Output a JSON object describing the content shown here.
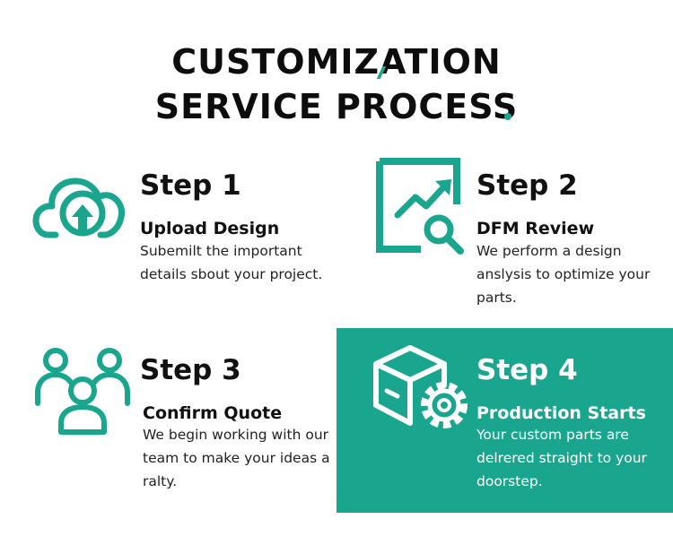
{
  "title": {
    "line1": "CUSTOMIZATION",
    "line2": "SERVICE PROCESS"
  },
  "colors": {
    "accent": "#1aa68e",
    "text": "#111111",
    "highlight_text": "#ffffff"
  },
  "steps": [
    {
      "title": "Step 1",
      "subtitle": "Upload Design",
      "description": "Subemilt the important details sbout your project.",
      "icon": "cloud-upload-icon"
    },
    {
      "title": "Step 2",
      "subtitle": "DFM Review",
      "description": "We perform a design anslysis to optimize your parts.",
      "icon": "chart-magnifier-icon"
    },
    {
      "title": "Step 3",
      "subtitle": "Confirm Quote",
      "description": "We begin working with our team to make your ideas a ralty.",
      "icon": "team-users-icon"
    },
    {
      "title": "Step 4",
      "subtitle": "Production Starts",
      "description": "Your custom parts are delrered straight to your doorstep.",
      "icon": "box-gear-icon"
    }
  ]
}
